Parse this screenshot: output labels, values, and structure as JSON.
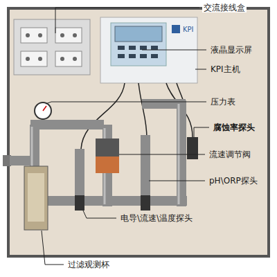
{
  "diagram": {
    "labels": [
      "交流接线盒",
      "液晶显示屏",
      "KPI主机",
      "压力表",
      "腐蚀率探头",
      "流速调节阀",
      "pH\\ORP探头",
      "电导\\流速\\温度探头",
      "过滤观测杯",
      "KPI"
    ]
  }
}
